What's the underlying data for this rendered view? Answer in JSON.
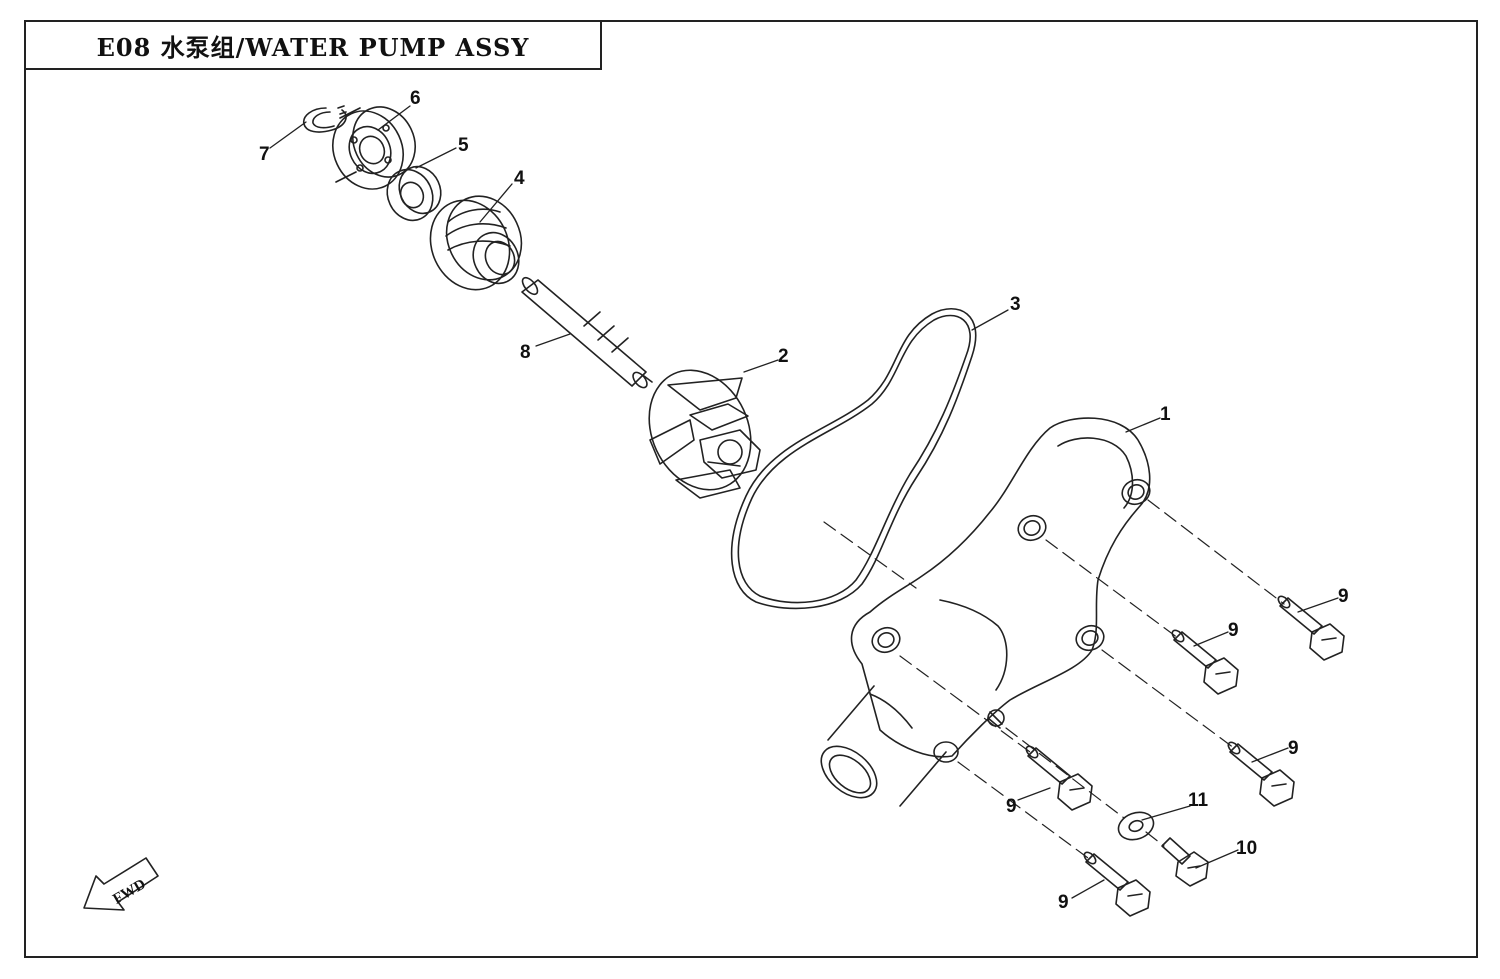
{
  "title": "E08 水泵组/WATER PUMP ASSY",
  "callouts": {
    "c1": "1",
    "c2": "2",
    "c3": "3",
    "c4": "4",
    "c5": "5",
    "c6": "6",
    "c7": "7",
    "c8": "8",
    "c9a": "9",
    "c9b": "9",
    "c9c": "9",
    "c9d": "9",
    "c9e": "9",
    "c10": "10",
    "c11": "11"
  },
  "fwd_label": "FWD",
  "colors": {
    "line": "#222222",
    "paper": "#ffffff"
  }
}
